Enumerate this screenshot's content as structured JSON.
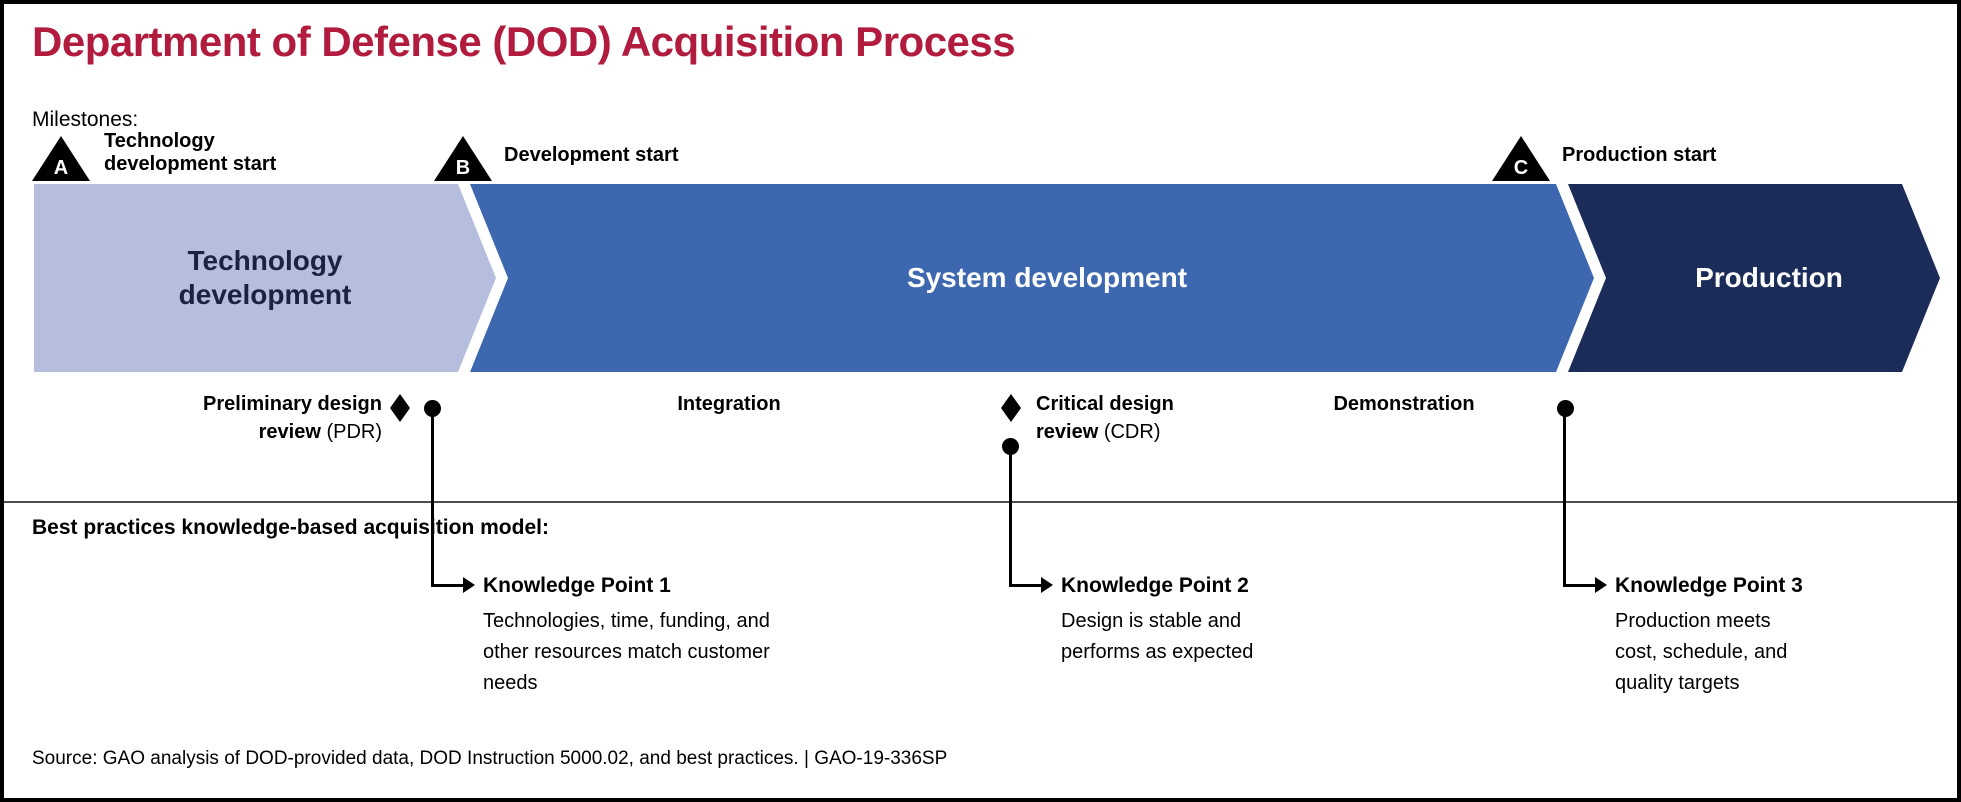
{
  "title": "Department of Defense (DOD) Acquisition Process",
  "milestones": {
    "heading": "Milestones:",
    "items": [
      {
        "letter": "A",
        "line1": "Technology",
        "line2": "development start"
      },
      {
        "letter": "B",
        "line1": "Development start"
      },
      {
        "letter": "C",
        "line1": "Production start"
      }
    ]
  },
  "phases": [
    {
      "label": "Technology development"
    },
    {
      "label": "System development"
    },
    {
      "label": "Production"
    }
  ],
  "activities": {
    "pdr": {
      "line1": "Preliminary design",
      "line2_bold": "review",
      "line2_tag": "(PDR)"
    },
    "integration": "Integration",
    "cdr": {
      "line1": "Critical design",
      "line2_bold": "review",
      "line2_tag": "(CDR)"
    },
    "demonstration": "Demonstration"
  },
  "best_practices": {
    "heading": "Best practices knowledge-based acquisition model:",
    "points": [
      {
        "title": "Knowledge Point 1",
        "lines": [
          "Technologies, time, funding, and",
          "other resources match customer",
          "needs"
        ]
      },
      {
        "title": "Knowledge Point 2",
        "lines": [
          "Design is stable and",
          "performs as expected"
        ]
      },
      {
        "title": "Knowledge Point 3",
        "lines": [
          "Production meets",
          "cost, schedule, and",
          "quality targets"
        ]
      }
    ]
  },
  "source": "Source: GAO analysis of DOD-provided data, DOD Instruction 5000.02, and best practices. | GAO-19-336SP",
  "colors": {
    "title_red": "#b11c3e",
    "phase_technology": "#b6bedd",
    "phase_system": "#3d68b0",
    "phase_production": "#1b2c59",
    "marker_black": "#000000"
  }
}
